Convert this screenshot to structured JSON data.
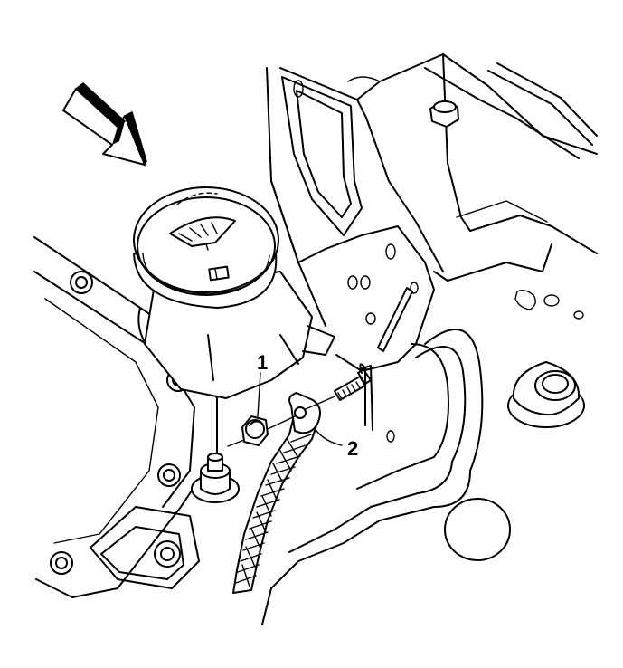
{
  "callouts": [
    {
      "label": "1",
      "part": "nut"
    },
    {
      "label": "2",
      "part": "ground-strap-terminal"
    }
  ],
  "icons": {
    "direction": "view-direction-arrow-icon",
    "reservoir_symbol": "washer-fluid-symbol-icon"
  },
  "colors": {
    "line": "#000000",
    "background": "#ffffff"
  }
}
